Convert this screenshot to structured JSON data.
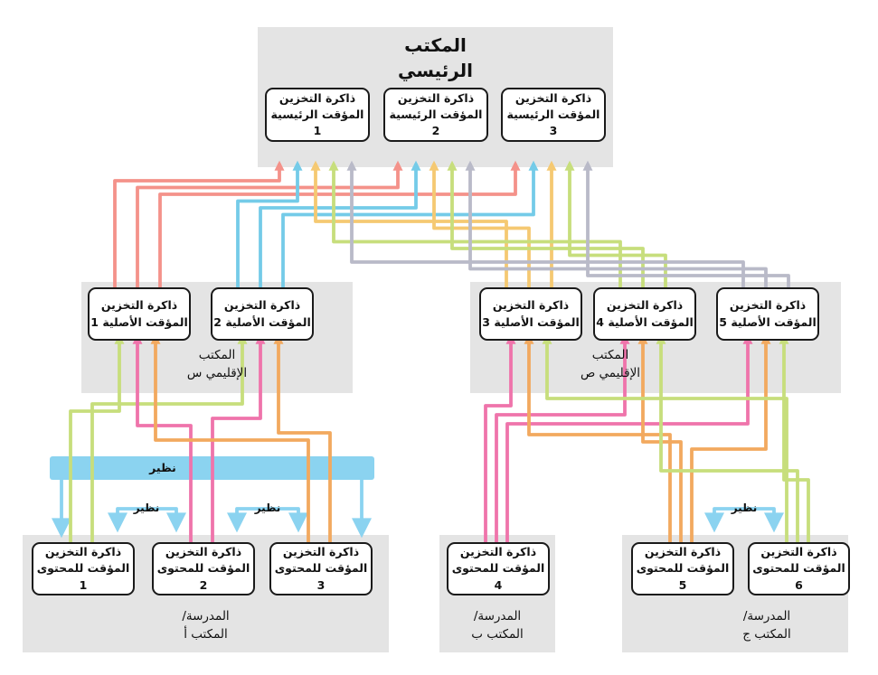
{
  "colors": {
    "zone": "#e4e4e4",
    "salmon": "#f4928a",
    "blue": "#74cbe8",
    "yellow": "#f5c972",
    "green": "#c7de7c",
    "gray": "#b9bac8",
    "pink": "#ef74ab",
    "orange": "#f2a95f",
    "peer": "#8bd3f0"
  },
  "diagram": {
    "head_office": {
      "title": "المكتب\nالرئيسي",
      "caches": [
        "ذاكرة التخزين\nالمؤقت الرئيسية 1",
        "ذاكرة التخزين\nالمؤقت الرئيسية 2",
        "ذاكرة التخزين\nالمؤقت الرئيسية 3"
      ]
    },
    "regional_s": {
      "label": "المكتب\nالإقليمي س",
      "caches": [
        "ذاكرة التخزين\nالمؤقت الأصلية 1",
        "ذاكرة التخزين\nالمؤقت الأصلية 2"
      ]
    },
    "regional_sad": {
      "label": "المكتب\nالإقليمي ص",
      "caches": [
        "ذاكرة التخزين\nالمؤقت الأصلية 3",
        "ذاكرة التخزين\nالمؤقت الأصلية 4",
        "ذاكرة التخزين\nالمؤقت الأصلية 5"
      ]
    },
    "school_a": {
      "label": "المدرسة/\nالمكتب أ",
      "caches": [
        "ذاكرة التخزين\nالمؤقت للمحتوى 1",
        "ذاكرة التخزين\nالمؤقت للمحتوى 2",
        "ذاكرة التخزين\nالمؤقت للمحتوى 3"
      ]
    },
    "school_b": {
      "label": "المدرسة/\nالمكتب ب",
      "caches": [
        "ذاكرة التخزين\nالمؤقت للمحتوى 4"
      ]
    },
    "school_c": {
      "label": "المدرسة/\nالمكتب ج",
      "caches": [
        "ذاكرة التخزين\nالمؤقت للمحتوى 5",
        "ذاكرة التخزين\nالمؤقت للمحتوى 6"
      ]
    },
    "peer_label": "نظير"
  }
}
